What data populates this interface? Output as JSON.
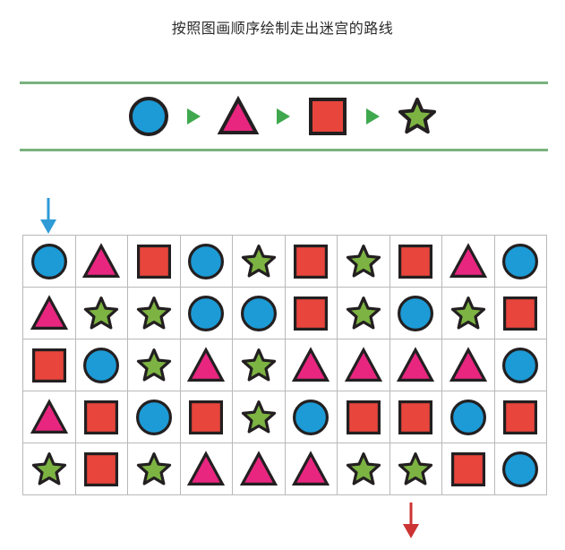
{
  "title": "按照图画顺序绘制走出迷宫的路线",
  "colors": {
    "circle": "#1C9BD6",
    "triangle": "#E82680",
    "square": "#E8453C",
    "star": "#7CB342",
    "outline": "#231f20",
    "arrow_green": "#3FA84E",
    "rule_green": "#79b27e",
    "entry_arrow": "#2E9BD6",
    "exit_arrow": "#CC3333",
    "grid_line": "#b9b9b9"
  },
  "legend": {
    "sequence": [
      {
        "shape": "circle",
        "name": "blue-circle"
      },
      {
        "shape": "arrow",
        "name": "green-arrow"
      },
      {
        "shape": "triangle",
        "name": "pink-triangle"
      },
      {
        "shape": "arrow",
        "name": "green-arrow"
      },
      {
        "shape": "square",
        "name": "red-square"
      },
      {
        "shape": "arrow",
        "name": "green-arrow"
      },
      {
        "shape": "star",
        "name": "green-star"
      }
    ]
  },
  "entry_arrow": {
    "name": "entry-arrow-down",
    "column": 1,
    "direction": "down"
  },
  "exit_arrow": {
    "name": "exit-arrow-down",
    "column": 8,
    "direction": "down"
  },
  "grid": {
    "rows": 5,
    "cols": 10,
    "cells": [
      [
        "circle",
        "triangle",
        "square",
        "circle",
        "star",
        "square",
        "star",
        "square",
        "triangle",
        "circle"
      ],
      [
        "triangle",
        "star",
        "star",
        "circle",
        "circle",
        "square",
        "star",
        "circle",
        "star",
        "square"
      ],
      [
        "square",
        "circle",
        "star",
        "triangle",
        "star",
        "triangle",
        "triangle",
        "triangle",
        "triangle",
        "circle"
      ],
      [
        "triangle",
        "square",
        "circle",
        "square",
        "star",
        "circle",
        "square",
        "square",
        "circle",
        "square"
      ],
      [
        "star",
        "square",
        "star",
        "triangle",
        "triangle",
        "triangle",
        "star",
        "star",
        "square",
        "circle"
      ]
    ]
  }
}
